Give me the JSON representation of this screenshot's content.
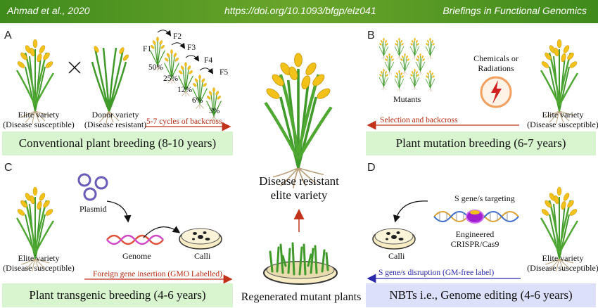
{
  "header": {
    "left": "Ahmad et al., 2020",
    "center": "https://doi.org/10.1093/bfgp/elz041",
    "right": "Briefings in Functional Genomics"
  },
  "panels": {
    "A": {
      "letter": "A",
      "elite_label_1": "Elite variety",
      "elite_label_2": "(Disease susceptible)",
      "donor_label_1": "Donor variety",
      "donor_label_2": "(Disease resistant)",
      "generations": [
        "F1",
        "F2",
        "F3",
        "F4",
        "F5"
      ],
      "percents": [
        "50%",
        "25%",
        "12%",
        "6%",
        "3%"
      ],
      "arrow_text": "5-7 cycles of backcross",
      "title": "Conventional plant breeding (8-10 years)"
    },
    "B": {
      "letter": "B",
      "mutants_label": "Mutants",
      "chem_label_1": "Chemicals or",
      "chem_label_2": "Radiations",
      "elite_label_1": "Elite variety",
      "elite_label_2": "(Disease susceptible)",
      "arrow_text": "Selection and backcross",
      "title": "Plant mutation breeding (6-7 years)"
    },
    "C": {
      "letter": "C",
      "plasmid_label": "Plasmid",
      "genome_label": "Genome",
      "calli_label": "Calli",
      "elite_label_1": "Elite variety",
      "elite_label_2": "(Disease susceptible)",
      "arrow_text": "Foreign gene insertion (GMO Labelled)",
      "title": "Plant transgenic breeding (4-6 years)"
    },
    "D": {
      "letter": "D",
      "targeting_label": "S gene/s targeting",
      "engineered_label_1": "Engineered",
      "engineered_label_2": "CRISPR/Cas9",
      "calli_label": "Calli",
      "elite_label_1": "Elite variety",
      "elite_label_2": "(Disease susceptible)",
      "arrow_text": "S gene/s disruption (GM-free label)",
      "title": "NBTs i.e., Genome editing (4-6 years)"
    }
  },
  "center": {
    "result_1": "Disease resistant",
    "result_2": "elite variety",
    "bottom": "Regenerated mutant plants"
  },
  "colors": {
    "header_green": "#4f9a22",
    "box_green": "#d8f5cf",
    "box_blue": "#dde0fa",
    "arrow_red": "#c0321a",
    "arrow_blue": "#2a2aa8",
    "grain_yellow": "#f2c21b",
    "leaf_green": "#3f9a2a"
  },
  "icons": [
    "rice-plant-icon",
    "cross-icon",
    "plasmid-icon",
    "dna-icon",
    "petri-dish-icon",
    "radiation-icon"
  ]
}
